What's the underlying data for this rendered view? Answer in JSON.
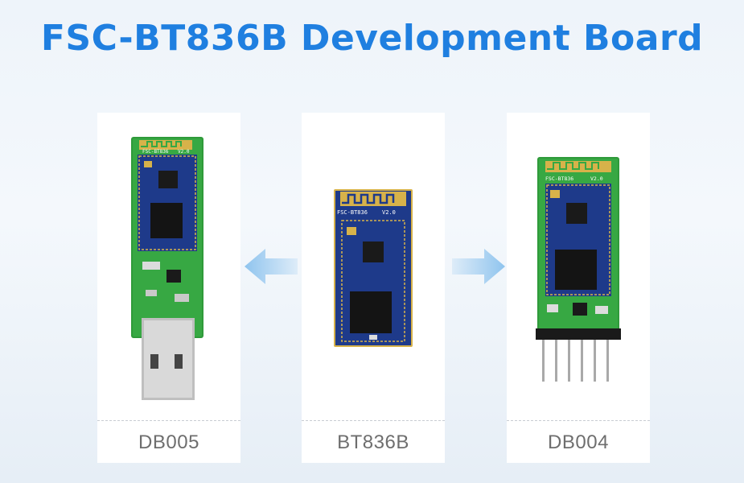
{
  "title": "FSC-BT836B Development Board",
  "products": [
    {
      "label": "DB005",
      "board_text": "FSC-BT836",
      "version": "V2.0"
    },
    {
      "label": "BT836B",
      "board_text": "FSC-BT836",
      "version": "V2.0"
    },
    {
      "label": "DB004",
      "board_text": "FSC-BT836",
      "version": "V2.0"
    }
  ],
  "colors": {
    "title": "#1f7fe0",
    "arrow": "#8fc4ee",
    "pcb_green": "#2f9a3a",
    "module_blue": "#1e3a8a",
    "antenna_gold": "#d7b24a"
  }
}
